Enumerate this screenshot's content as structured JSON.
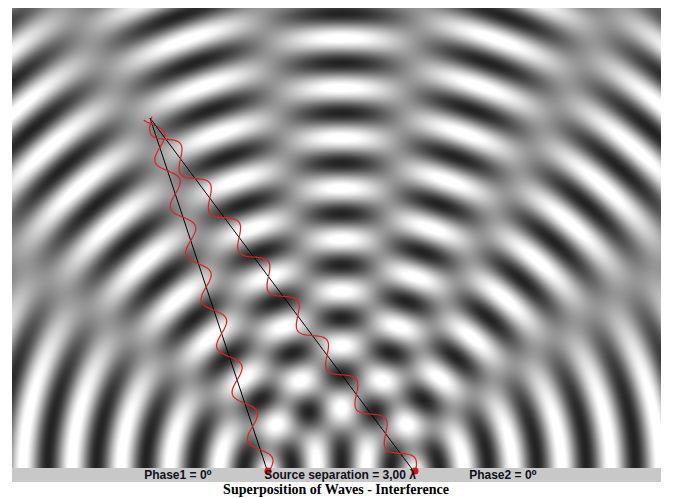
{
  "diagram": {
    "caption": "Superposition of Waves - Interference",
    "labels": [
      "Phase1 = 0⁰",
      "Source separation = 3,00 λ",
      "Phase2 = 0⁰"
    ]
  }
}
